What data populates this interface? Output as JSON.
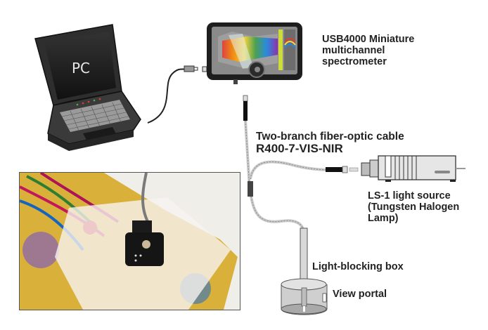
{
  "diagram": {
    "type": "equipment-setup",
    "components": {
      "pc": {
        "screen_text": "PC"
      },
      "spectrometer": {
        "label_lines": [
          "USB4000 Miniature",
          "multichannel",
          "spectrometer"
        ]
      },
      "fiber_cable": {
        "label_lines": [
          "Two-branch fiber-optic cable",
          "R400-7-VIS-NIR"
        ]
      },
      "light_source": {
        "label_lines": [
          "LS-1 light source",
          "(Tungsten Halogen",
          "Lamp)"
        ]
      },
      "light_box": {
        "label": "Light-blocking box"
      },
      "view_portal": {
        "label": "View portal"
      },
      "photo": {
        "description": "Probe on yellow patterned textile under translucent sheet"
      }
    },
    "colors": {
      "laptop_body": "#2b2b2b",
      "screen": "#1a1a1a",
      "cable": "#bdbdbd",
      "textile_yellow": "#d9b13a",
      "text": "#222222"
    }
  }
}
